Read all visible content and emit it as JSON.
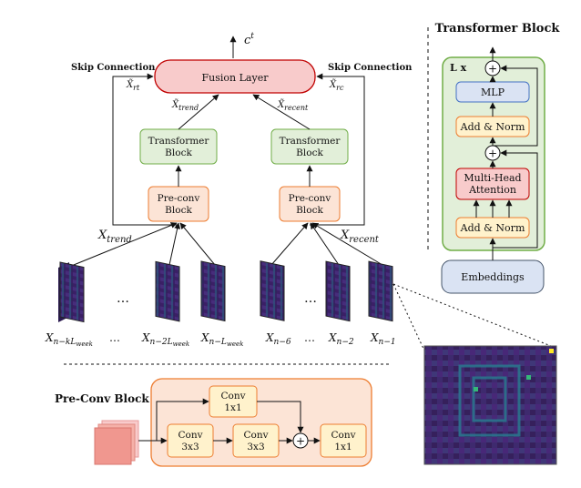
{
  "transformer_block": {
    "title": "Transformer Block",
    "repeat": "L x",
    "mlp": "MLP",
    "add_norm_top": "Add & Norm",
    "attention": [
      "Multi-Head",
      "Attention"
    ],
    "add_norm_bottom": "Add & Norm",
    "embeddings": "Embeddings"
  },
  "main": {
    "output": "c^t",
    "fusion_layer": "Fusion Layer",
    "skip_left": "Skip Connection",
    "skip_right": "Skip Connection",
    "x_rt": "X̃_rt",
    "x_rc": "X̃_rc",
    "x_trend_hat": "X̃_trend",
    "x_recent_hat": "X̃_recent",
    "transformer_left": [
      "Transformer",
      "Block"
    ],
    "transformer_right": [
      "Transformer",
      "Block"
    ],
    "preconv_left": [
      "Pre-conv",
      "Block"
    ],
    "preconv_right": [
      "Pre-conv",
      "Block"
    ],
    "x_trend": "X_trend",
    "x_recent": "X_recent"
  },
  "sequence_labels": [
    "X_{n-kL_week}",
    "…",
    "X_{n-2L_week}",
    "X_{n-L_week}",
    "X_{n-6}",
    "…",
    "X_{n-2}",
    "X_{n-1}"
  ],
  "ellipsis": "…",
  "preconv_section": {
    "title": "Pre-Conv Block",
    "conv_1x1_top": [
      "Conv",
      "1x1"
    ],
    "conv_3x3_a": [
      "Conv",
      "3x3"
    ],
    "conv_3x3_b": [
      "Conv",
      "3x3"
    ],
    "conv_1x1_out": [
      "Conv",
      "1x1"
    ],
    "plus": "+"
  },
  "colors": {
    "green_fill": "#e2efd9",
    "green_stroke": "#70ad47",
    "orange_fill": "#fce4d6",
    "orange_stroke": "#ed7d31",
    "red_fill": "#f8cbcb",
    "red_stroke": "#c00000",
    "blue_fill": "#dae3f3",
    "heatmap_bg": "#3b1f66"
  }
}
